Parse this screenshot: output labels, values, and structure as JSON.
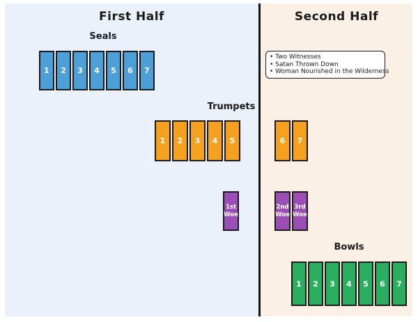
{
  "titles": {
    "first_half": "First Half",
    "second_half": "Second Half"
  },
  "sections": {
    "seals": {
      "label": "Seals",
      "items": [
        "1",
        "2",
        "3",
        "4",
        "5",
        "6",
        "7"
      ]
    },
    "trumpets": {
      "label": "Trumpets",
      "first_half_items": [
        "1",
        "2",
        "3",
        "4",
        "5"
      ],
      "second_half_items": [
        "6",
        "7"
      ]
    },
    "woes": {
      "first_half_items": [
        "1st Woe"
      ],
      "second_half_items": [
        "2nd Woe",
        "3rd Woe"
      ]
    },
    "bowls": {
      "label": "Bowls",
      "items": [
        "1",
        "2",
        "3",
        "4",
        "5",
        "6",
        "7"
      ]
    }
  },
  "legend": {
    "items": [
      "• Two Witnesses",
      "• Satan Thrown Down",
      "• Woman Nourished in the Wilderness"
    ]
  },
  "colors": {
    "first-half-bg": "#EAF1FB",
    "second-half-bg": "#FBF0E5",
    "seal": "#4D9FD8",
    "trumpet": "#F5A01F",
    "woe": "#9B4FB6",
    "bowl": "#2BAE60",
    "box-border": "#1A1A1A",
    "divider": "#111111",
    "text": "#1A1A1A"
  }
}
